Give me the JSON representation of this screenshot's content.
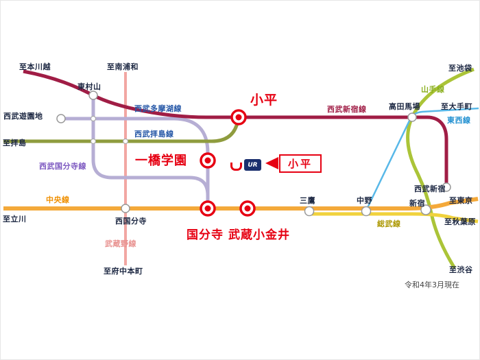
{
  "colors": {
    "highlight": "#e60012",
    "station_stroke": "#9aa0a6"
  },
  "lines": {
    "seibu_shinjuku": {
      "name": "西武新宿線",
      "color": "#a01d45"
    },
    "seibu_tamako": {
      "name": "西武多摩湖線",
      "color": "#b6aed4"
    },
    "seibu_kokubunji": {
      "name": "西武国分寺線",
      "color": "#b6aed4"
    },
    "seibu_haijima": {
      "name": "西武拝島線",
      "color": "#8f9c3e"
    },
    "chuo": {
      "name": "中央線",
      "color": "#f4a93a"
    },
    "sobu": {
      "name": "総武線",
      "color": "#f0d23d"
    },
    "yamanote": {
      "name": "山手線",
      "color": "#abc438"
    },
    "tozai": {
      "name": "東西線",
      "color": "#58b8e8"
    },
    "musashino": {
      "name": "武蔵野線",
      "color": "#f2a7a3"
    }
  },
  "stations": {
    "higashi_murayama": "東村山",
    "seibu_yuenchi": "西武遊園地",
    "nishi_kokubunji": "西国分寺",
    "mitaka": "三鷹",
    "nakano": "中野",
    "takadanobaba": "高田馬場",
    "seibu_shinjuku": "西武新宿",
    "shinjuku": "新宿"
  },
  "highlight_stations": {
    "kodaira": "小平",
    "hitotsubashi_gakuen": "一橋学園",
    "kokubunji": "国分寺",
    "musashi_koganei": "武蔵小金井"
  },
  "destinations": {
    "hongawagoe": "至本川越",
    "minami_urawa": "至南浦和",
    "haijima": "至拝島",
    "tachikawa": "至立川",
    "fuchu_hommachi": "至府中本町",
    "ikebukuro": "至池袋",
    "otemachi": "至大手町",
    "tokyo": "至東京",
    "akihabara": "至秋葉原",
    "shibuya": "至渋谷"
  },
  "callout": {
    "text": "小平"
  },
  "ur_badge": {
    "text": "UR"
  },
  "note": "令和4年3月現在"
}
